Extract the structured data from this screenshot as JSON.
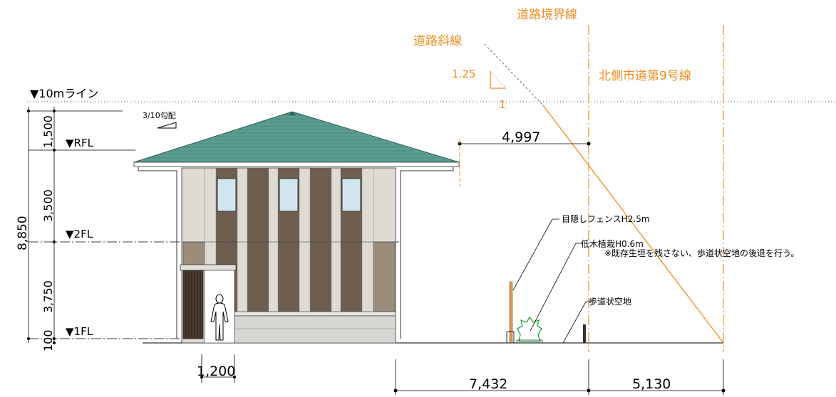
{
  "colors": {
    "accent": "#f08c1e",
    "roof": "#5a9c90",
    "dark_panel": "#6e5e50",
    "mid_panel": "#9c8c7c",
    "light_wall": "#dedbd3",
    "window": "#cfe6ec"
  },
  "labels": {
    "road_boundary": "道路境界線",
    "road_slope": "道路斜線",
    "slope_ratio": "1.25",
    "slope_unit": "1",
    "city_road": "北側市道第9号線",
    "ten_m_line": "▼10mライン",
    "roof_pitch": "3/10勾配",
    "rfl": "▼RFL",
    "second_fl": "▼2FL",
    "first_fl": "▼1FL",
    "fence": "目隠しフェンスH2.5m",
    "planting": "低木植栽H0.6m",
    "planting_note": "※既存生垣を残さない、歩道状空地の後退を行う。",
    "sidewalk": "歩道状空地"
  },
  "dimensions": {
    "total_height": "8,850",
    "d1500": "1,500",
    "d3500": "3,500",
    "d3750": "3,750",
    "d100": "100",
    "offset_4997": "4,997",
    "d1200": "1,200",
    "d7432": "7,432",
    "d5130": "5,130"
  }
}
